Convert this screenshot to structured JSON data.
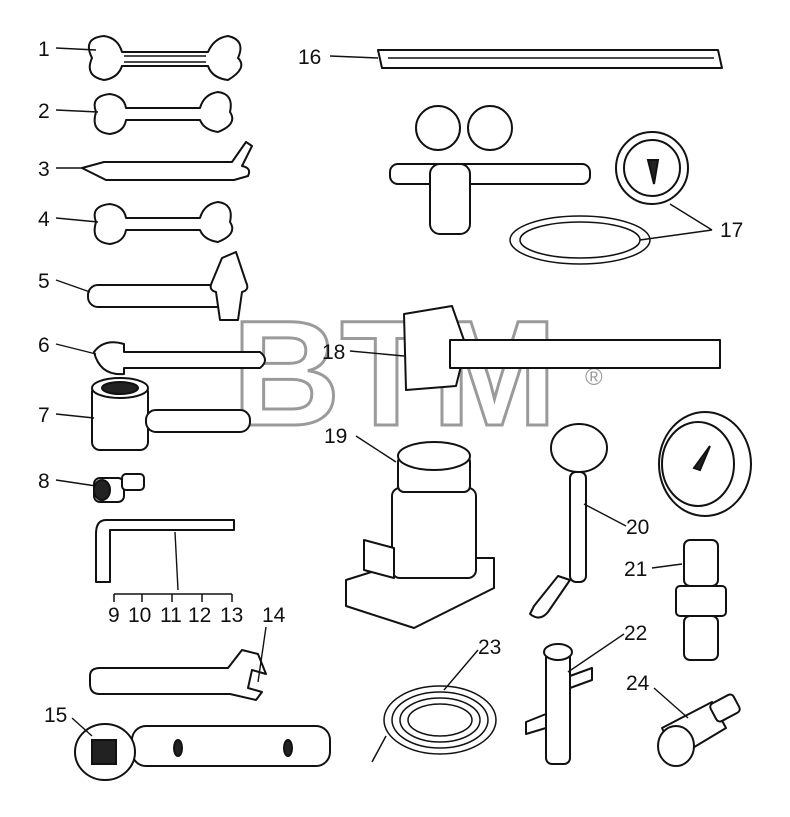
{
  "watermark": {
    "text": "BTM",
    "registered": "®"
  },
  "labels": [
    "1",
    "2",
    "3",
    "4",
    "5",
    "6",
    "7",
    "8",
    "9",
    "10",
    "11",
    "12",
    "13",
    "14",
    "15",
    "16",
    "17",
    "18",
    "19",
    "20",
    "21",
    "22",
    "23",
    "24"
  ]
}
